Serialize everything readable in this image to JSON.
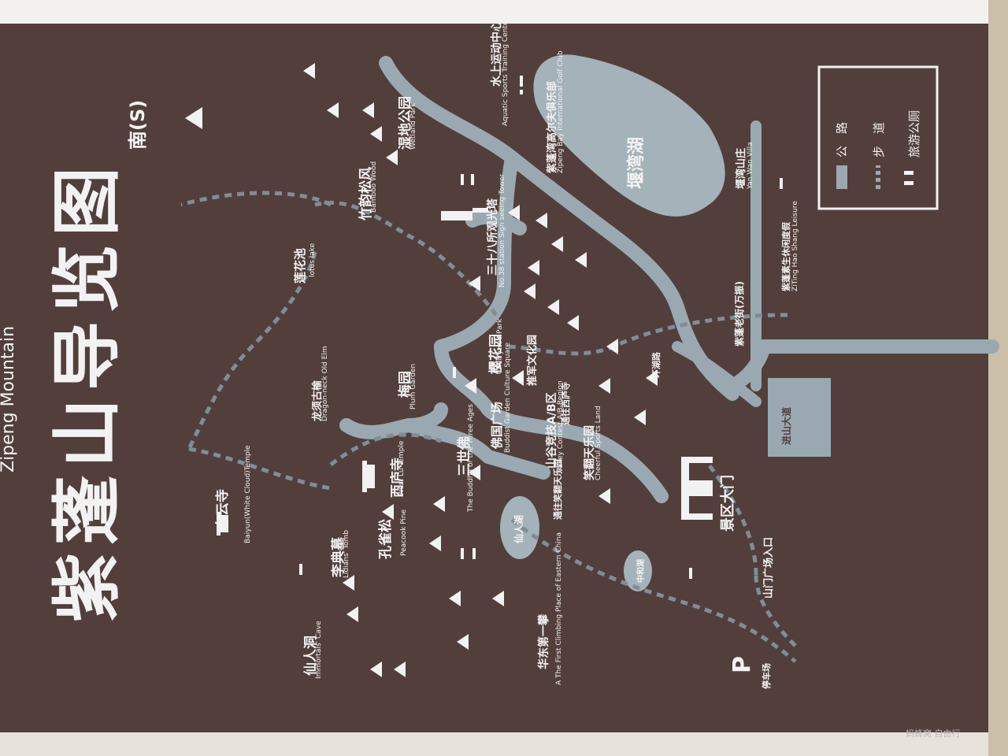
{
  "title": "紫蓬山导览图",
  "title_en": "Zipeng Mountain",
  "compass": {
    "label": "南(S)"
  },
  "legend": {
    "road": "公　路",
    "footpath": "步　道",
    "toilet": "旅游公厕"
  },
  "places": [
    {
      "zh": "仙人洞",
      "en": "Immortals' Cave"
    },
    {
      "zh": "李典墓",
      "en": "Lidians' Tomb"
    },
    {
      "zh": "白云寺",
      "en": "Baiyun(White Cloud)Temple"
    },
    {
      "zh": "孔雀松",
      "en": "Peacook Pine"
    },
    {
      "zh": "西庐寺",
      "en": "West Lu Temple"
    },
    {
      "zh": "龙须古榆",
      "en": "Dragon-neck Old Elm"
    },
    {
      "zh": "莲花池",
      "en": "lotus lake"
    },
    {
      "zh": "竹韵松风",
      "en": "Bamboo Wood"
    },
    {
      "zh": "湿地公园",
      "en": "Wetland Park"
    },
    {
      "zh": "梅园",
      "en": "Plum Garden"
    },
    {
      "zh": "三世佛",
      "en": "The Buddha of the Three Ages"
    },
    {
      "zh": "仙人湖",
      "en": ""
    },
    {
      "zh": "华东第一攀",
      "en": "A The First Climbing Place of Eastern China"
    },
    {
      "zh": "佛国广场",
      "en": "Buddist Garden Culture Square"
    },
    {
      "zh": "山谷竞技A/B区",
      "en": "Valley Contest A/B-Region"
    },
    {
      "zh": "笑翻天乐园",
      "en": "Cheerful Sports Land"
    },
    {
      "zh": "中和湖",
      "en": ""
    },
    {
      "zh": "樱花园",
      "en": "Cherrytree Park"
    },
    {
      "zh": "三十八所观光塔",
      "en": "No.38 station Sign seeing Tower"
    },
    {
      "zh": "景区大门",
      "en": ""
    },
    {
      "zh": "紫蓬老街(万振)",
      "en": ""
    },
    {
      "zh": "水上运动中心",
      "en": "Aquatic Sports Training Center"
    },
    {
      "zh": "紫蓬湾高尔夫俱乐部",
      "en": "Zipeng Bay International Golf Club"
    },
    {
      "zh": "堰湾湖",
      "en": ""
    },
    {
      "zh": "堰湾山庄",
      "en": "Yan Wan Villa"
    },
    {
      "zh": "紫蓬素生休闲度假",
      "en": "ZiTing Hao Shang Leisure"
    },
    {
      "zh": "进山大道",
      "en": ""
    },
    {
      "zh": "山门广场入口",
      "en": ""
    },
    {
      "zh": "停车场",
      "en": ""
    }
  ],
  "road_labels": [
    "推军文化园",
    "通往西庐寺",
    "通往笑翻天乐园",
    "环湖路"
  ],
  "watermark": "蚂蜂窝 自由行",
  "colors": {
    "board": "#523f3b",
    "road": "#9aa9b1",
    "text": "#f2f2f2",
    "lake": "#a4b2b9"
  },
  "icons": [
    "tree-icon",
    "toilet-icon",
    "temple-icon",
    "gate-icon",
    "tower-icon",
    "parking-icon",
    "accessible-icon",
    "north-arrow-icon"
  ]
}
